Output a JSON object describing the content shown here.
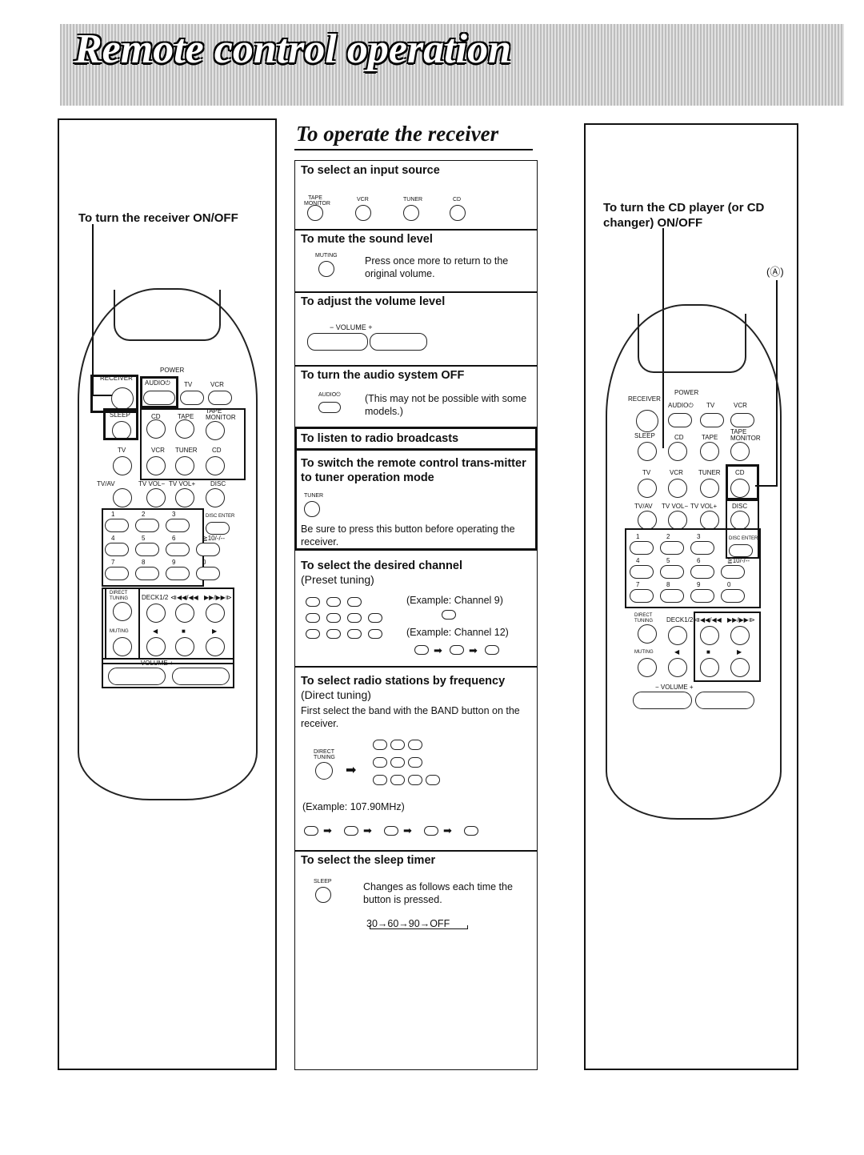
{
  "page_title": "Remote control operation",
  "left_panel": {
    "caption": "To turn the receiver ON/OFF"
  },
  "right_panel": {
    "caption_line1": "To turn the CD player (or CD",
    "caption_line2": "changer) ON/OFF",
    "marker": "(Ⓐ)"
  },
  "remote": {
    "power_label": "POWER",
    "row1": [
      "RECEIVER",
      "AUDIO⏻",
      "TV",
      "VCR"
    ],
    "row2": [
      "SLEEP",
      "CD",
      "TAPE",
      "TAPE MONITOR"
    ],
    "row3": [
      "TV",
      "VCR",
      "TUNER",
      "CD"
    ],
    "row4": [
      "TV/AV",
      "TV VOL−",
      "TV VOL+",
      "DISC"
    ],
    "disc_enter": "DISC ENTER",
    "numbers": [
      "1",
      "2",
      "3",
      "4",
      "5",
      "6",
      "7",
      "8",
      "9",
      "0"
    ],
    "ten_key": "≧10/-/--",
    "direct_tuning": "DIRECT TUNING",
    "deck": "DECK1/2",
    "rew": "⧏◀◀/◀◀",
    "ff": "▶▶/▶▶⧐",
    "muting": "MUTING",
    "play_rev": "◀",
    "stop": "■",
    "play": "▶",
    "volume": "−   VOLUME   +"
  },
  "operate": {
    "title": "To operate the receiver",
    "input_source": {
      "heading": "To select an input source",
      "labels": [
        "TAPE MONITOR",
        "VCR",
        "TUNER",
        "CD"
      ]
    },
    "mute": {
      "heading": "To mute the sound level",
      "button": "MUTING",
      "text": "Press once more to return to the original volume."
    },
    "volume": {
      "heading": "To adjust the volume level",
      "label": "−   VOLUME   +"
    },
    "audio_off": {
      "heading": "To turn the audio system OFF",
      "button": "AUDIO⏻",
      "text": "(This may not be possible with some models.)"
    },
    "radio": {
      "heading": "To listen to radio broadcasts",
      "subheading": "To switch the remote control trans-mitter to tuner operation mode",
      "button": "TUNER",
      "text": "Be sure to press this button before operating the receiver."
    },
    "channel": {
      "heading": "To select the desired channel",
      "sub": "(Preset tuning)",
      "example1": "(Example: Channel 9)",
      "example2": "(Example: Channel 12)"
    },
    "frequency": {
      "heading": "To select radio stations by frequency",
      "sub": "(Direct tuning)",
      "text": "First select the band with the BAND button on the receiver.",
      "button": "DIRECT TUNING",
      "example": "(Example: 107.90MHz)"
    },
    "sleep": {
      "heading": "To select the sleep timer",
      "button": "SLEEP",
      "text": "Changes as follows each time the button is pressed.",
      "sequence": "30→60→90→OFF"
    }
  }
}
